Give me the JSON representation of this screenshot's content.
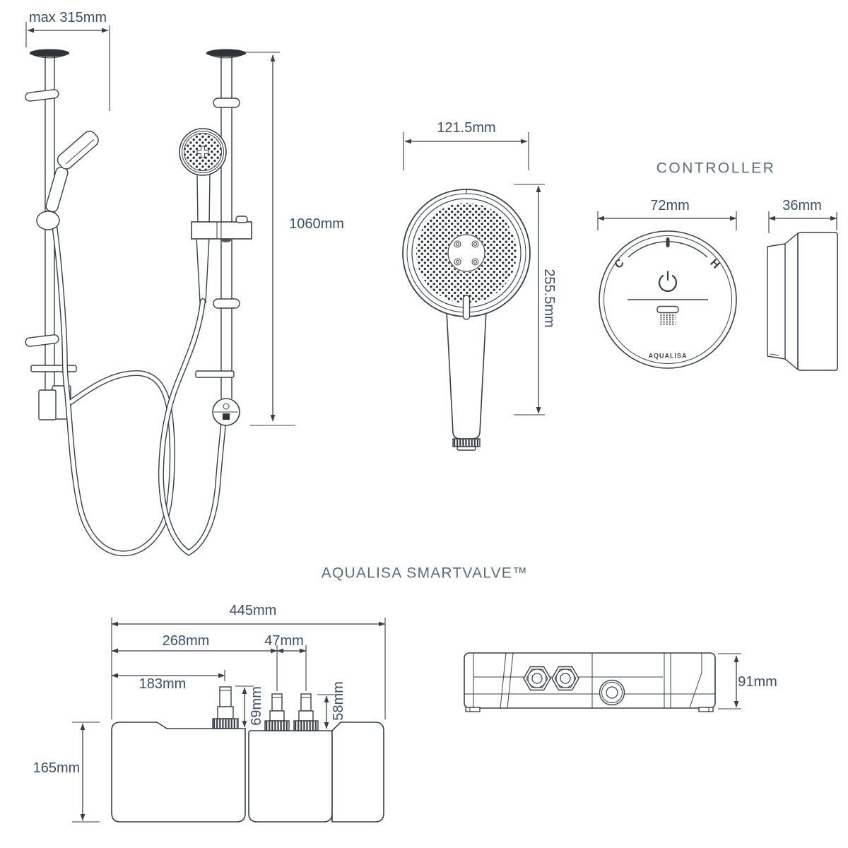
{
  "shower_rail": {
    "max_width_label": "max 315mm",
    "height_label": "1060mm"
  },
  "handset": {
    "width_label": "121.5mm",
    "height_label": "255.5mm"
  },
  "controller": {
    "title": "CONTROLLER",
    "width_label": "72mm",
    "depth_label": "36mm",
    "cold_label": "C",
    "hot_label": "H",
    "brand_label": "AQUALISA"
  },
  "smartvalve": {
    "title": "AQUALISA SMARTVALVE™",
    "width_label": "445mm",
    "inlet_offset_label": "268mm",
    "inlet_spacing_label": "47mm",
    "outlet_offset_label": "183mm",
    "outlet_height_label": "69mm",
    "inlet_height_label": "58mm",
    "body_height_label": "165mm",
    "side_height_label": "91mm"
  },
  "colors": {
    "dimension_text": "#3d4d63",
    "title_text": "#5c6b7a",
    "line": "#3a3f45"
  }
}
